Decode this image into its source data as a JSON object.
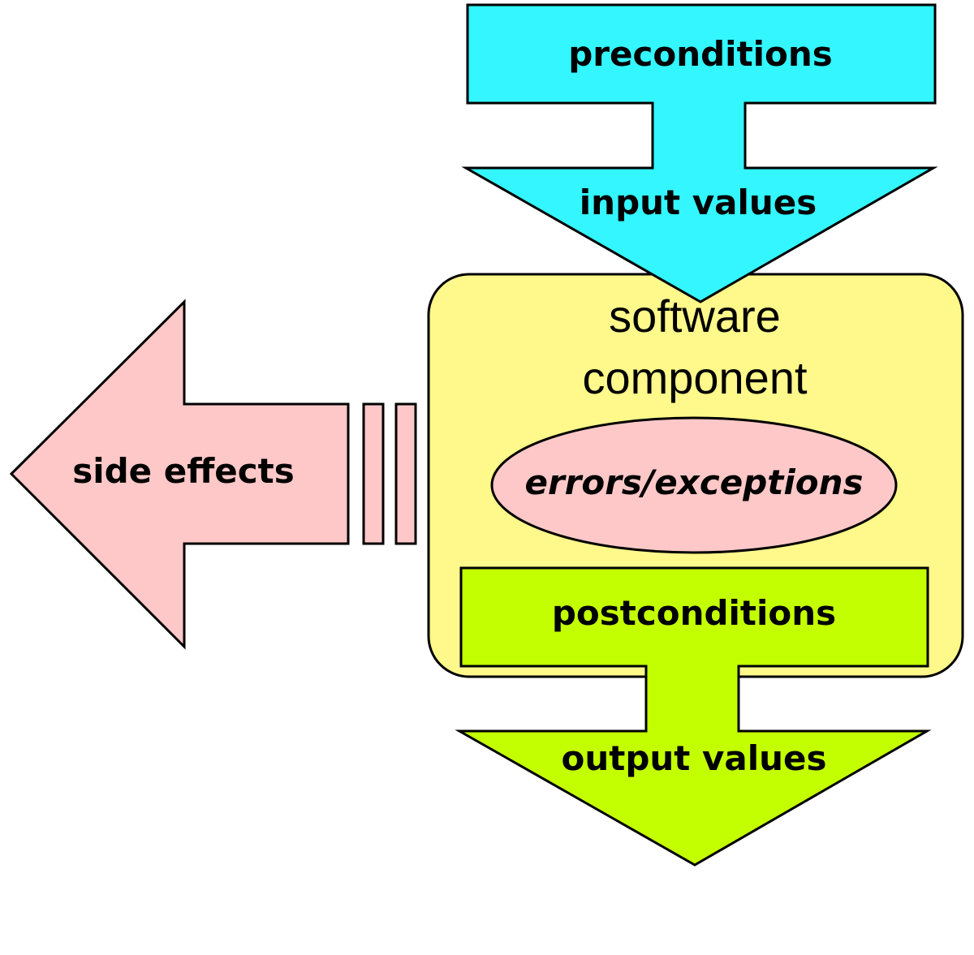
{
  "colors": {
    "input_arrow": "#33f6ff",
    "component_box": "#fff88a",
    "side_effects": "#ffc8c8",
    "errors": "#ffc8c8",
    "output": "#c4ff00",
    "outline": "#000000"
  },
  "component": {
    "title_line1": "software",
    "title_line2": "component"
  },
  "input_arrow": {
    "top_label": "preconditions",
    "head_label": "input values"
  },
  "errors_ellipse": {
    "label": "errors/exceptions"
  },
  "output_arrow": {
    "top_label": "postconditions",
    "head_label": "output values"
  },
  "side_effects_arrow": {
    "label": "side effects"
  }
}
